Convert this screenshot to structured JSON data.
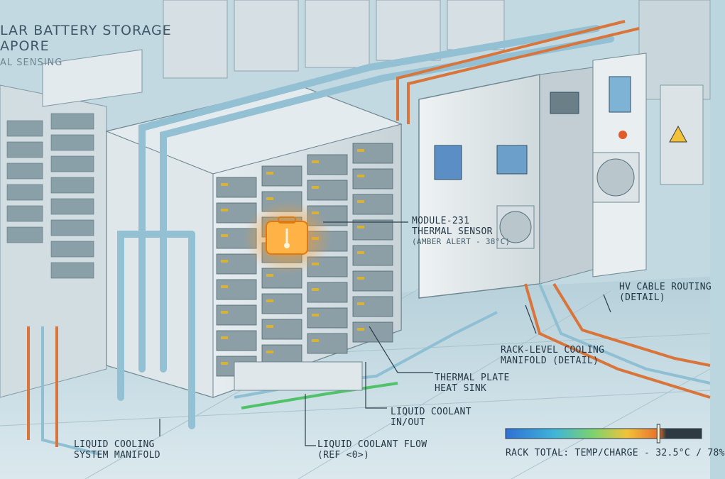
{
  "header": {
    "title_line1": "LAR BATTERY STORAGE",
    "title_line2": "APORE",
    "subtitle": "AL SENSING"
  },
  "callouts": {
    "module_sensor": {
      "line1": "MODULE-231",
      "line2": "THERMAL SENSOR",
      "line3": "(AMBER ALERT - 38°C)"
    },
    "hv_cable": {
      "line1": "HV CABLE ROUTING",
      "line2": "(DETAIL)"
    },
    "rack_manifold": {
      "line1": "RACK-LEVEL COOLING",
      "line2": "MANIFOLD (DETAIL)"
    },
    "thermal_plate": {
      "line1": "THERMAL PLATE",
      "line2": "HEAT SINK"
    },
    "coolant_inout": {
      "line1": "LIQUID COOLANT",
      "line2": "IN/OUT"
    },
    "coolant_flow": {
      "line1": "LIQUID COOLANT FLOW",
      "line2": "(REF <0>)"
    },
    "system_manifold": {
      "line1": "LIQUID COOLING",
      "line2": "SYSTEM MANIFOLD"
    }
  },
  "legend": {
    "title": "RACK TOTAL: TEMP/CHARGE - 32.5°C / 78%",
    "temperature_c": 32.5,
    "charge_percent": 78,
    "gradient_colors": [
      "#2f6fd6",
      "#3fb5d8",
      "#7ed36b",
      "#f2c23a",
      "#e8702a",
      "#2e3a42"
    ]
  },
  "colors": {
    "alert": "#ff9a1f",
    "coolant_pipe": "#8fbfd3",
    "hv_cable": "#d9743a",
    "flow_green": "#52c26a",
    "rack_frame": "#d8e2e6"
  }
}
